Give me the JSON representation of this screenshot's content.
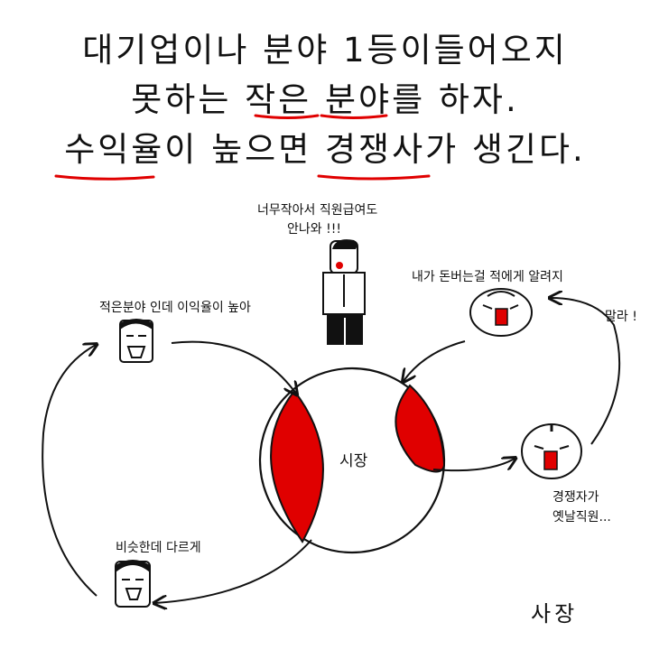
{
  "headline": {
    "line1": "대기업이나 분야 1등이들어오지",
    "line2": "못하는 작은 분야를 하자.",
    "line3": "수익율이 높으면 경쟁사가 생긴다."
  },
  "labels": {
    "employee_speech_1": "너무작아서 직원급여도",
    "employee_speech_2": "안나와 !!!",
    "small_field_high_profit": "적은분야 인데 이익율이 높아",
    "competitor_top_1": "내가 돈버는걸 적에게 알려지",
    "competitor_top_2": "말라 !",
    "market": "시장",
    "similar_different": "비슷한데 다르게",
    "competitor_note_1": "경쟁자가",
    "competitor_note_2": "옛날직원...",
    "boss": "사장"
  },
  "colors": {
    "accent_red": "#e00000",
    "ink": "#111111",
    "background": "#ffffff"
  }
}
